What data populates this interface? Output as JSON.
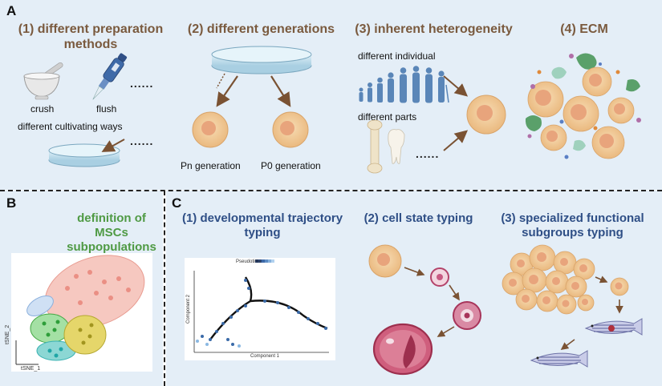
{
  "panel_a": {
    "letter": "A",
    "sec1": {
      "title_line1": "(1) different preparation",
      "title_line2": "methods",
      "crush": "crush",
      "flush": "flush",
      "cultivating": "different cultivating ways",
      "dots1": "......",
      "dots2": "......"
    },
    "sec2": {
      "title": "(2) different generations",
      "pn": "Pn generation",
      "p0": "P0 generation"
    },
    "sec3": {
      "title": "(3) inherent heterogeneity",
      "individual": "different individual",
      "parts": "different parts",
      "dots": "......"
    },
    "sec4": {
      "title": "(4) ECM"
    }
  },
  "panel_b": {
    "letter": "B",
    "title_line1": "definition of",
    "title_line2": "MSCs subpopulations",
    "y_axis": "tSNE_2",
    "x_axis": "tSNE_1"
  },
  "panel_c": {
    "letter": "C",
    "sec1": {
      "title_line1": "(1) developmental trajectory",
      "title_line2": "typing",
      "legend_title": "Pseudotime",
      "x_axis": "Component 1",
      "y_axis": "Component 2"
    },
    "sec2": {
      "title": "(2) cell state typing"
    },
    "sec3": {
      "title_line1": "(3) specialized functional",
      "title_line2": "subgroups typing"
    }
  },
  "colors": {
    "panel_bg": "#e4eef7",
    "brown_heading": "#7a5a3e",
    "blue_heading": "#2f4f86",
    "green_heading": "#4f9a44",
    "cell_fill": "#f3cfa0",
    "cell_nucleus": "#e8a47c",
    "arrow": "#7a5233"
  },
  "icons": [
    "mortar-pestle-icon",
    "pipette-icon",
    "petri-dish-icon",
    "human-silhouettes-icon",
    "bone-icon",
    "tooth-icon",
    "cell-icon",
    "red-blood-cell-icon",
    "zebrafish-icon"
  ]
}
